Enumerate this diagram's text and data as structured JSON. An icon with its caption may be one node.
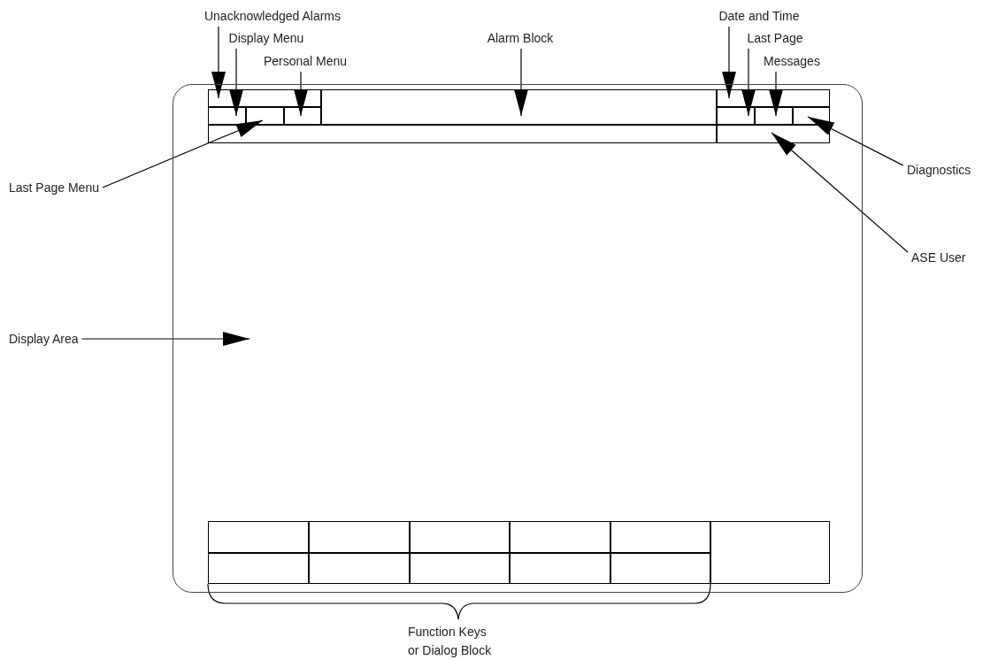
{
  "diagram": {
    "nodes": [
      {
        "text": [],
        "shape": "box"
      },
      {
        "text": [],
        "shape": "box",
        "in": 0
      },
      {
        "text": [],
        "shape": "box",
        "in": 0
      },
      {
        "text": [],
        "shape": "box",
        "in": 0
      },
      {
        "text": [],
        "shape": "box",
        "in": 0
      },
      {
        "text": [],
        "shape": "box",
        "in": 0
      },
      {
        "text": [],
        "shape": "box",
        "in": 0
      },
      {
        "text": [],
        "shape": "box",
        "in": 0
      },
      {
        "text": [],
        "shape": "box",
        "in": 0
      },
      {
        "text": [],
        "shape": "box",
        "in": 0
      },
      {
        "text": [],
        "shape": "box",
        "in": 0
      },
      {
        "text": [],
        "shape": "box",
        "in": 0
      },
      {
        "text": [],
        "shape": "box",
        "in": 0
      },
      {
        "text": [],
        "shape": "box",
        "in": 0
      },
      {
        "text": [],
        "shape": "box",
        "in": 0
      },
      {
        "text": [],
        "shape": "box",
        "in": 0
      },
      {
        "text": [],
        "shape": "box",
        "in": 0
      },
      {
        "text": [],
        "shape": "box",
        "in": 0
      },
      {
        "text": [],
        "shape": "box",
        "in": 0
      },
      {
        "text": [],
        "shape": "box",
        "in": 0
      },
      {
        "text": [],
        "shape": "box",
        "in": 0
      },
      {
        "text": [],
        "shape": "box",
        "in": 0
      },
      {
        "text": [],
        "shape": "box",
        "in": 0
      },
      {
        "text": [
          "Unacknowledged Alarms"
        ]
      },
      {
        "text": [
          "Display Menu"
        ]
      },
      {
        "text": [
          "Personal Menu"
        ]
      },
      {
        "text": [
          "Alarm Block"
        ]
      },
      {
        "text": [
          "Date and Time"
        ]
      },
      {
        "text": [
          "Last Page"
        ]
      },
      {
        "text": [
          "Messages"
        ]
      },
      {
        "text": [
          "Last Page Menu"
        ]
      },
      {
        "text": [
          "Diagnostics"
        ]
      },
      {
        "text": [
          "ASE User"
        ]
      },
      {
        "text": [
          "Display Area"
        ]
      }
    ],
    "edges": [
      {
        "from": 23,
        "to": 1,
        "arrow": "to"
      },
      {
        "from": 24,
        "to": 4,
        "arrow": "to"
      },
      {
        "from": 25,
        "to": 6,
        "arrow": "to"
      },
      {
        "from": 26,
        "to": 2,
        "arrow": "to"
      },
      {
        "from": 27,
        "to": 3,
        "arrow": "to"
      },
      {
        "from": 28,
        "to": 7,
        "arrow": "to"
      },
      {
        "from": 29,
        "to": 8,
        "arrow": "to"
      },
      {
        "from": 30,
        "to": 5,
        "arrow": "to"
      },
      {
        "from": 31,
        "to": 9,
        "arrow": "to"
      },
      {
        "from": 32,
        "to": 11,
        "arrow": "to"
      },
      {
        "from": 33,
        "to": 0,
        "arrow": "to"
      }
    ],
    "labels": [
      "Function Keys or Dialog Block"
    ]
  }
}
